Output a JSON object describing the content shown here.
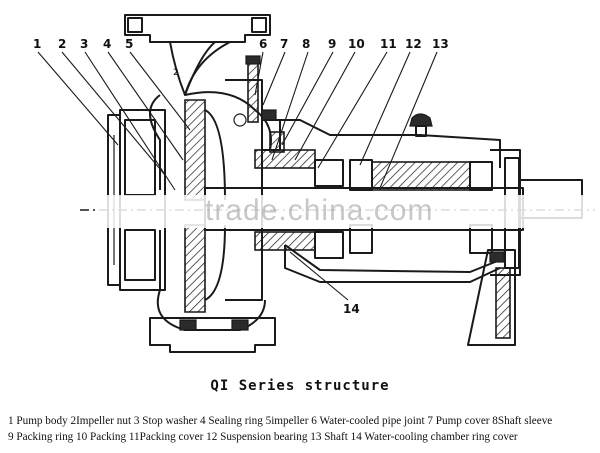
{
  "diagram": {
    "callouts": [
      "1",
      "2",
      "3",
      "4",
      "5",
      "6",
      "7",
      "8",
      "9",
      "10",
      "11",
      "12",
      "13",
      "14"
    ],
    "watermark": "trade.china.com",
    "mark_small": "2"
  },
  "caption": {
    "title": "QI Series structure",
    "legend_line1": "1 Pump body 2Impeller nut 3 Stop washer 4 Sealing ring 5impeller 6 Water-cooled pipe joint 7 Pump cover 8Shaft sleeve",
    "legend_line2": "9 Packing ring 10 Packing 11Packing cover 12 Suspension bearing 13 Shaft 14 Water-cooling chamber ring cover"
  }
}
